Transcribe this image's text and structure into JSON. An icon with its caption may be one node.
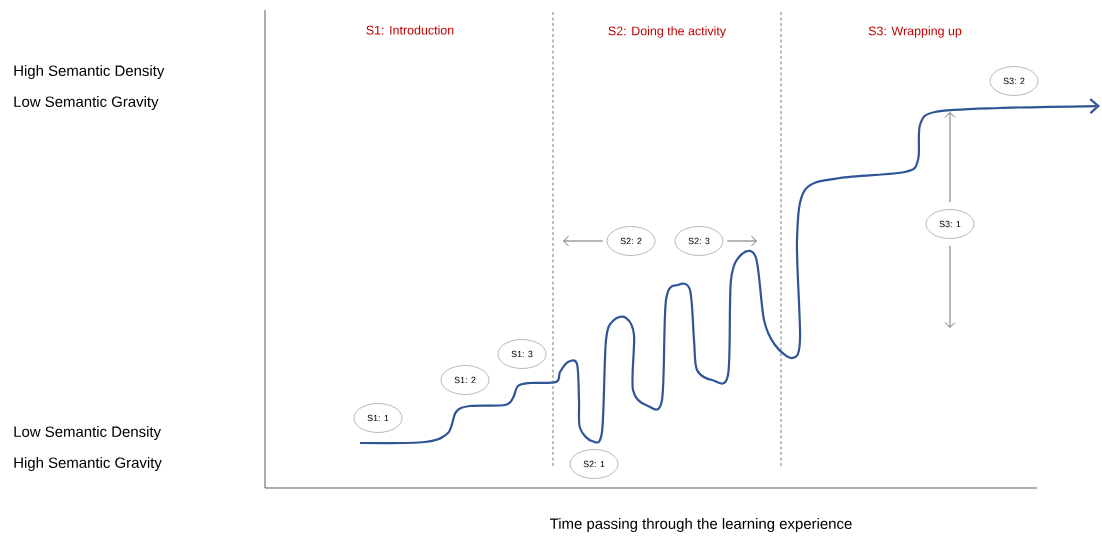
{
  "diagram": {
    "nodes": [
      {
        "text": [
          "S1: 1"
        ]
      },
      {
        "text": [
          "S1: 2"
        ]
      },
      {
        "text": [
          "S1: 3"
        ]
      },
      {
        "text": [
          "S2: 1"
        ]
      },
      {
        "text": [
          "S2: 2"
        ]
      },
      {
        "text": [
          "S2: 3"
        ]
      },
      {
        "text": [
          "S3: 1"
        ]
      },
      {
        "text": [
          "S3: 2"
        ]
      }
    ],
    "edges": [
      {
        "from": 4,
        "to": null,
        "arrow": "to"
      },
      {
        "from": 5,
        "to": null,
        "arrow": "to"
      },
      {
        "from": 6,
        "to": null,
        "arrow": "to"
      },
      {
        "from": 6,
        "to": null,
        "arrow": "to"
      }
    ],
    "labels": [
      "S1: Introduction",
      "S2: Doing the activity",
      "S3: Wrapping up",
      "High Semantic Density",
      "Low Semantic Gravity",
      "Low Semantic Density",
      "High Semantic Gravity",
      "Time passing through the learning experience"
    ]
  }
}
